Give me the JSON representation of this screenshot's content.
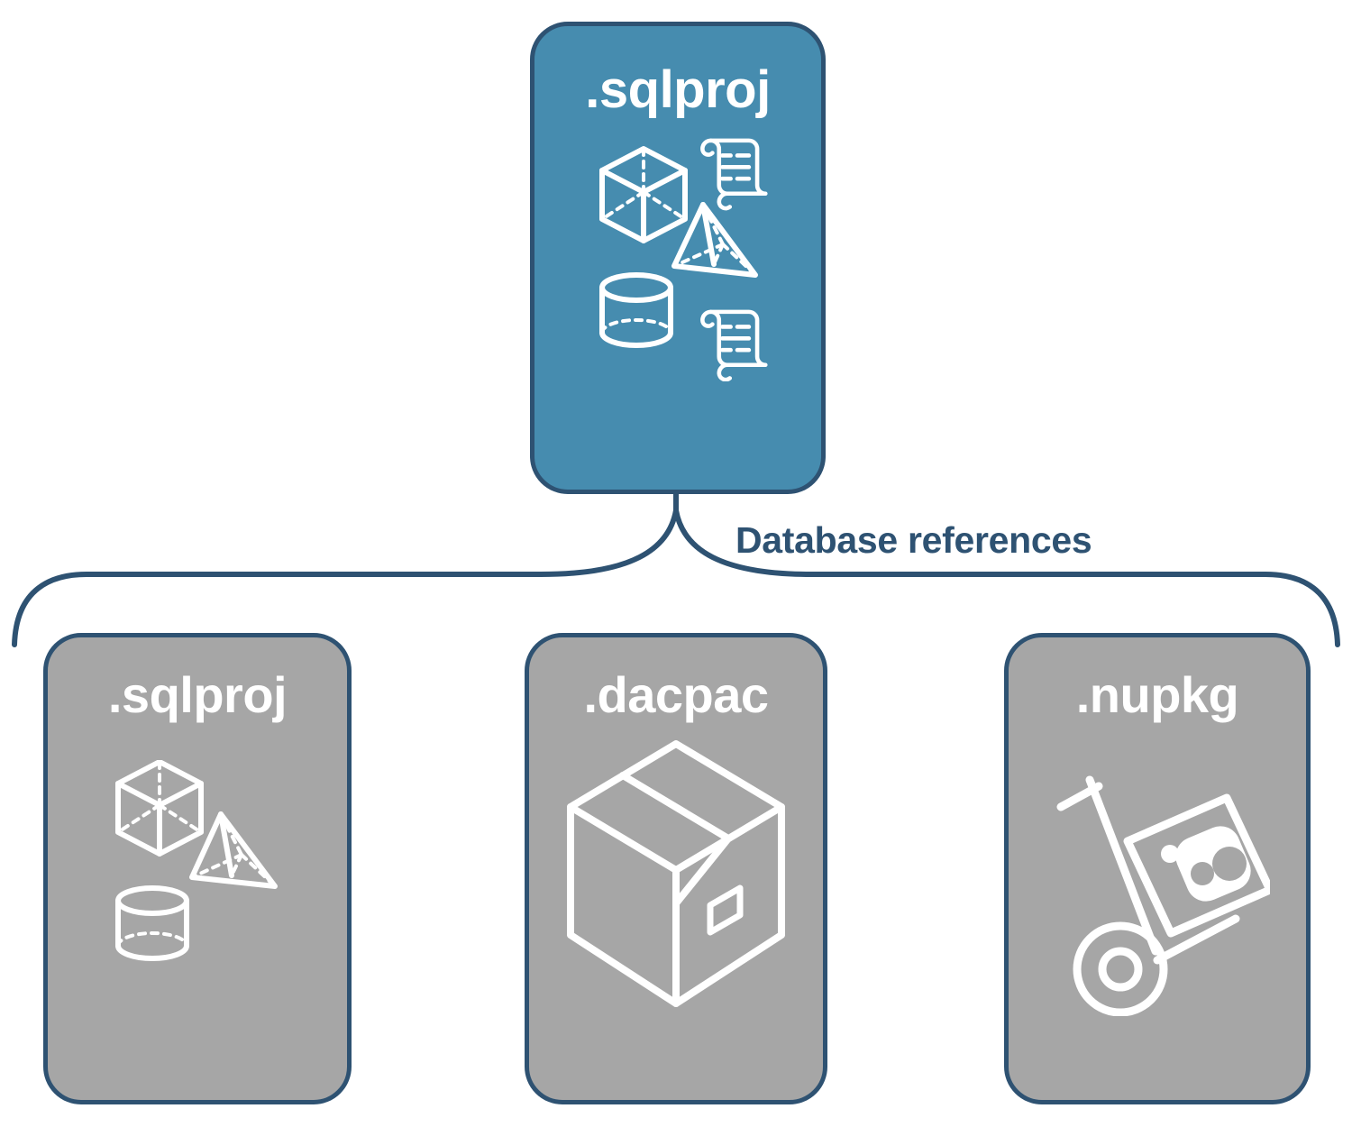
{
  "diagram": {
    "title": "Database references diagram",
    "colors": {
      "primary_fill": "#468caf",
      "secondary_fill": "#a6a6a6",
      "stroke": "#2e5272",
      "icon": "#ffffff",
      "background": "#ffffff"
    }
  },
  "root_node": {
    "label": ".sqlproj",
    "icons": [
      "cube-icon",
      "pyramid-icon",
      "cylinder-icon",
      "scroll-icon",
      "scroll-icon"
    ]
  },
  "connector": {
    "label": "Database references",
    "type": "bracket"
  },
  "reference_nodes": [
    {
      "label": ".sqlproj",
      "icons": [
        "cube-icon",
        "pyramid-icon",
        "cylinder-icon"
      ]
    },
    {
      "label": ".dacpac",
      "icons": [
        "package-box-icon"
      ]
    },
    {
      "label": ".nupkg",
      "icons": [
        "hand-truck-icon",
        "nuget-package-icon"
      ]
    }
  ]
}
